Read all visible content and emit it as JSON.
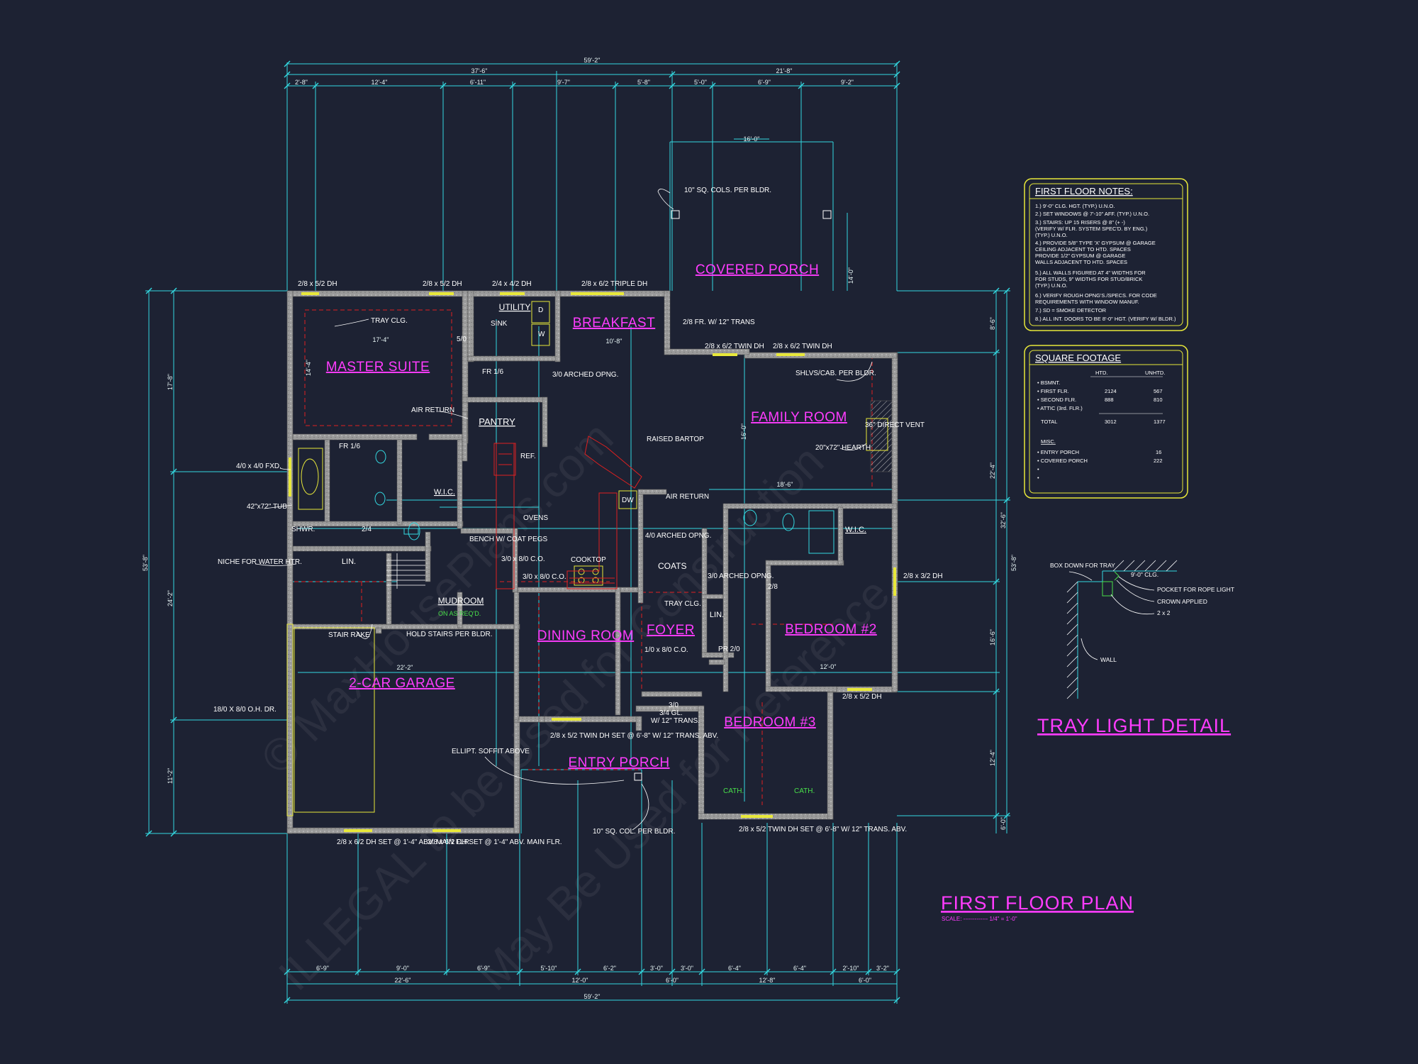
{
  "overall_dims": {
    "top_total": "59'-2\"",
    "top_left": "37'-6\"",
    "top_right": "21'-8\"",
    "top_segments": [
      "2'-8\"",
      "12'-4\"",
      "6'-11\"",
      "9'-7\"",
      "5'-8\"",
      "5'-0\"",
      "6'-9\"",
      "9'-2\""
    ],
    "bottom_total": "59'-2\"",
    "bottom_mid": [
      "22'-6\"",
      "12'-0\"",
      "6'-0\"",
      "12'-8\"",
      "6'-0\""
    ],
    "bottom_segments": [
      "6'-9\"",
      "9'-0\"",
      "6'-9\"",
      "5'-10\"",
      "6'-2\"",
      "3'-0\"",
      "3'-0\"",
      "6'-4\"",
      "6'-4\"",
      "2'-10\"",
      "3'-2\""
    ],
    "left_total": "53'-8\"",
    "left_segments": [
      "17'-8\"",
      "24'-2\"",
      "11'-2\""
    ],
    "right_total": "53'-8\"",
    "right_mid": [
      "8'-6\"",
      "22'-4\"",
      "16'-6\"",
      "12'-4\""
    ],
    "right_outer": [
      "32'-6\"",
      "6'-0\""
    ],
    "porch_width": "16'-0\"",
    "porch_depth": "14'-0\""
  },
  "rooms": {
    "master_suite": "MASTER SUITE",
    "breakfast": "BREAKFAST",
    "covered_porch": "COVERED PORCH",
    "family_room": "FAMILY ROOM",
    "pantry": "PANTRY",
    "utility": "UTILITY",
    "wic_master": "W.I.C.",
    "mudroom": "MUDROOM",
    "garage": "2-CAR GARAGE",
    "dining_room": "DINING ROOM",
    "foyer": "FOYER",
    "bedroom2": "BEDROOM #2",
    "bedroom3": "BEDROOM #3",
    "entry_porch": "ENTRY PORCH",
    "wic_bed": "W.I.C.",
    "lin1": "LIN.",
    "lin2": "LIN."
  },
  "labels": {
    "tray_clg": "TRAY CLG.",
    "master_width": "17'-4\"",
    "master_depth": "14'-4\"",
    "air_return": "AIR RETURN",
    "fr16": "FR 1/6",
    "fr16b": "FR 1/6",
    "sink": "SINK",
    "d": "D",
    "w": "W",
    "fr_trans": "2/8 FR. W/ 12\" TRANS",
    "arched_opng": "3/0 ARCHED OPNG.",
    "breakfast_width": "10'-8\"",
    "raised_bartop": "RAISED BARTOP",
    "ref": "REF.",
    "ovens": "OVENS",
    "dw": "DW",
    "cooktop": "COOKTOP",
    "bench": "BENCH W/ COAT PEGS",
    "co": "3/0 x 8/0 C.O.",
    "co2": "3/0 x 8/0 C.O.",
    "mudroom_green": "ON AS REQ'D.",
    "hold_stairs": "HOLD STAIRS PER BLDR.",
    "stair_rake": "STAIR RAKE",
    "shelves": "SHLVS/CAB. PER BLDR.",
    "hearth": "20\"x72\" HEARTH",
    "direct_vent": "36\" DIRECT VENT",
    "family_width": "18'-6\"",
    "family_depth": "16'-0\"",
    "arched_opng2": "4/0 ARCHED OPNG.",
    "air_return2": "AIR RETURN",
    "coats": "COATS",
    "arched_opng3": "3/0 ARCHED OPNG.",
    "tray_clg2": "TRAY CLG.",
    "fr_foyer": "1/0 x 8/0 C.O.",
    "pr": "PR 2/0",
    "trans_left": "W/ 12\" TRANS.",
    "col": "3/4 GL.",
    "bed2_width": "12'-0\"",
    "cath1": "CATH.",
    "cath2": "CATH.",
    "tub": "42\"x72\" TUB",
    "shwr": "SHWR.",
    "niche": "NICHE FOR WATER HTR.",
    "fxd": "4/0 x 4/0 FXD.",
    "garage_door": "18/0 X 8/0 O.H. DR.",
    "garage_width": "22'-2\"",
    "cols_top": "10\" SQ. COLS. PER BLDR.",
    "col_bottom": "10\" SQ. COL. PER BLDR.",
    "ellipt": "ELLIPT. SOFFIT ABOVE",
    "window_mstr1": "2/8 x 5/2 DH",
    "window_mstr2": "2/8 x 5/2 DH",
    "window_util": "2/4 x 4/2 DH",
    "window_bfast": "2/8 x 6/2 TRIPLE DH",
    "window_fam1": "2/8 x 6/2 TWIN DH",
    "window_fam2": "2/8 x 6/2 TWIN DH",
    "window_bed2": "2/8 x 3/2 DH",
    "window_bed2b": "2/8 x 5/2 DH",
    "window_gar1": "2/8 x 6/2 DH SET @ 1'-4\" ABV. MAIN FLR.",
    "window_gar2": "2/8 x 6/2 DH SET @ 1'-4\" ABV. MAIN FLR.",
    "window_dining": "2/8 x 5/2 TWIN DH SET @ 6'-8\" W/ 12\" TRANS. ABV.",
    "window_bed3": "2/8 x 5/2 TWIN DH SET @ 6'-8\" W/ 12\" TRANS. ABV.",
    "door_24": "2/4",
    "door_28": "2/8",
    "door_30": "3/0",
    "door_50": "5/0"
  },
  "notes": {
    "title": "FIRST FLOOR NOTES:",
    "items": [
      "1.) 9'-0\" CLG. HGT. (TYP.) U.N.O.",
      "2.) SET WINDOWS @ 7'-10\" AFF. (TYP.) U.N.O.",
      "3.) STAIRS: UP 15 RISERS @ 8\" (+ -)",
      "    (VERIFY W/ FLR. SYSTEM SPEC'D. BY ENG.)",
      "    (TYP.) U.N.O.",
      "4.) PROVIDE 5/8\" TYPE 'X' GYPSUM @ GARAGE",
      "    CEILING ADJACENT TO HTD. SPACES",
      "    PROVIDE 1/2\" GYPSUM @ GARAGE",
      "    WALLS ADJACENT TO HTD. SPACES",
      "5.) ALL WALLS FIGURED AT 4\" WIDTHS FOR",
      "    FOR STUDS, 9\" WIDTHS FOR STUD/BRICK",
      "    (TYP.) U.N.O.",
      "6.) VERIFY ROUGH OPNG'S./SPECS. FOR CODE",
      "    REQUIREMENTS WITH WINDOW MANUF.",
      "7.) SD = SMOKE DETECTOR",
      "8.) ALL INT. DOORS TO BE 8'-0\" HGT. (VERIFY W/ BLDR.)"
    ]
  },
  "sqft": {
    "title": "SQUARE FOOTAGE",
    "htd_header": "HTD.",
    "unhtd_header": "UNHTD.",
    "rows": [
      {
        "label": "• BSMNT.",
        "htd": "",
        "unhtd": ""
      },
      {
        "label": "• FIRST FLR.",
        "htd": "2124",
        "unhtd": "567"
      },
      {
        "label": "• SECOND FLR.",
        "htd": "888",
        "unhtd": "810"
      },
      {
        "label": "• ATTIC (3rd. FLR.)",
        "htd": "",
        "unhtd": ""
      }
    ],
    "total_label": "TOTAL",
    "total_htd": "3012",
    "total_unhtd": "1377",
    "misc_title": "MISC.",
    "misc_rows": [
      {
        "label": "• ENTRY PORCH",
        "value": "16"
      },
      {
        "label": "• COVERED PORCH",
        "value": "222"
      },
      {
        "label": "•",
        "value": ""
      },
      {
        "label": "•",
        "value": ""
      }
    ]
  },
  "tray_detail": {
    "title": "TRAY LIGHT DETAIL",
    "box_down": "BOX DOWN FOR TRAY",
    "clg": "9'-0\" CLG.",
    "pocket": "POCKET FOR ROPE LIGHT",
    "crown": "CROWN APPLIED",
    "two_by": "2 x 2",
    "wall": "WALL"
  },
  "plan_title": {
    "title": "FIRST FLOOR PLAN",
    "scale": "SCALE: ------------- 1/4\" = 1'-0\""
  },
  "watermark": {
    "line1": "© MaxHousePlans.com",
    "line2": "ILLEGAL to be Used for Construction",
    "line3": "May Be Used for Reference"
  },
  "colors": {
    "background": "#1d2233",
    "dimension": "#33d8e0",
    "wall": "#a8a8a8",
    "room_label": "#ff3cff",
    "accent_yellow": "#e8e83a",
    "hidden_line": "#e02020",
    "green": "#49e04a"
  }
}
